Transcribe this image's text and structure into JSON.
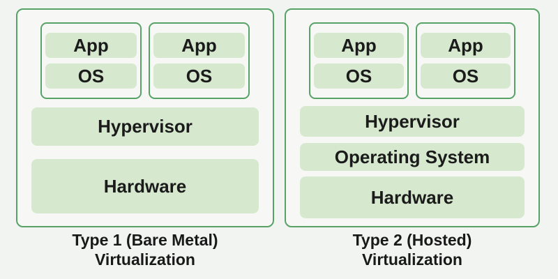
{
  "colors": {
    "background": "#f2f4f2",
    "panel_fill": "#f7f8f6",
    "border_green": "#57a266",
    "block_fill_green": "#d6e9cf",
    "text": "#1b1b1b"
  },
  "diagram": {
    "type1": {
      "vms": [
        {
          "app": "App",
          "os": "OS"
        },
        {
          "app": "App",
          "os": "OS"
        }
      ],
      "layers": [
        "Hypervisor",
        "Hardware"
      ],
      "caption_line1": "Type 1 (Bare Metal)",
      "caption_line2": "Virtualization"
    },
    "type2": {
      "vms": [
        {
          "app": "App",
          "os": "OS"
        },
        {
          "app": "App",
          "os": "OS"
        }
      ],
      "layers": [
        "Hypervisor",
        "Operating System",
        "Hardware"
      ],
      "caption_line1": "Type 2 (Hosted)",
      "caption_line2": "Virtualization"
    }
  }
}
